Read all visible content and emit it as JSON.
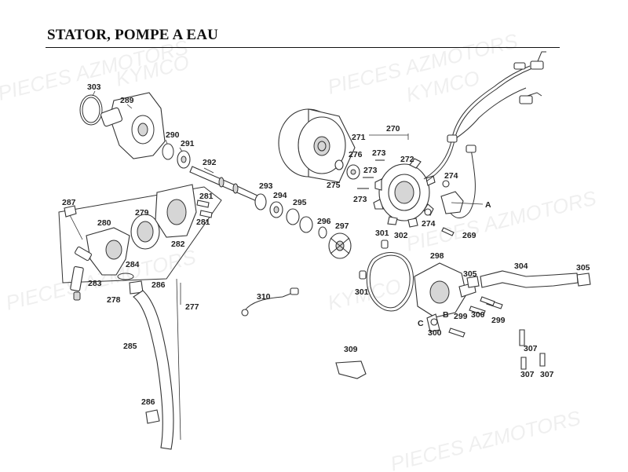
{
  "title": "STATOR, POMPE A EAU",
  "watermarks": [
    "PIECES AZMOTORS",
    "KYMCO",
    "PIECES AZMOTORS",
    "KYMCO",
    "PIECES AZMOTORS",
    "KYMCO",
    "PIECES AZMOTORS",
    "PIECES AZMOTORS"
  ],
  "labels": {
    "l303": "303",
    "l289": "289",
    "l290": "290",
    "l291": "291",
    "l292": "292",
    "l271": "271",
    "l270": "270",
    "l276": "276",
    "l273a": "273",
    "l273b": "273",
    "l273c": "273",
    "l272": "272",
    "l275": "275",
    "l274a": "274",
    "l274b": "274",
    "lA": "A",
    "l269": "269",
    "l287": "287",
    "l281a": "281",
    "l281b": "281",
    "l279": "279",
    "l280": "280",
    "l282": "282",
    "l293": "293",
    "l294": "294",
    "l295": "295",
    "l296": "296",
    "l297": "297",
    "l284": "284",
    "l283": "283",
    "l286a": "286",
    "l278": "278",
    "l277": "277",
    "l285": "285",
    "l286b": "286",
    "l301a": "301",
    "l302": "302",
    "l301b": "301",
    "l298": "298",
    "l305a": "305",
    "l304": "304",
    "l305b": "305",
    "l310": "310",
    "lB": "B",
    "lC": "C",
    "l299a": "299",
    "l299b": "299",
    "l300a": "300",
    "l300b": "300",
    "l309": "309",
    "l307a": "307",
    "l307b": "307",
    "l307c": "307"
  }
}
